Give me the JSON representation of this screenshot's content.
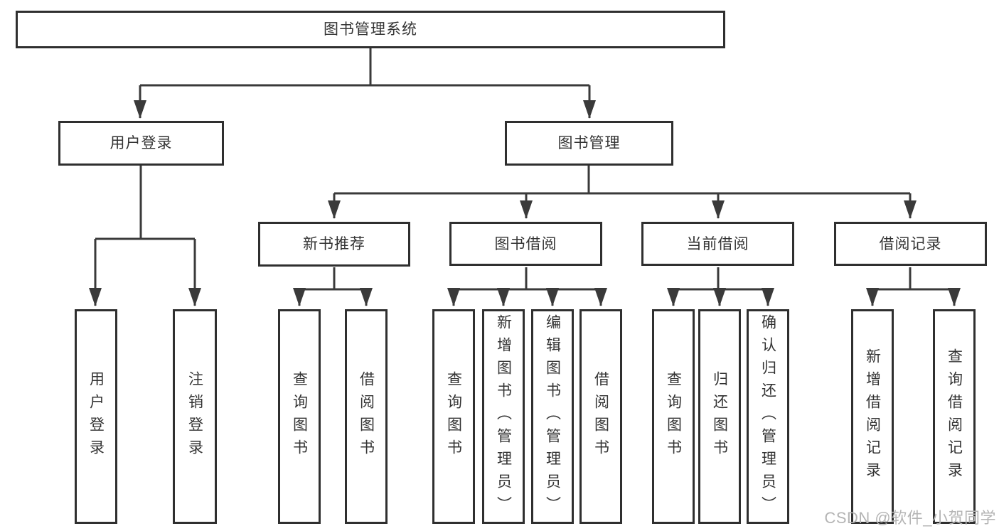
{
  "colors": {
    "background": "#ffffff",
    "box-border": "#2f2f2f",
    "line": "#3a3a3a",
    "text": "#333333",
    "watermark": "#b4b4b4"
  },
  "watermark": {
    "text": "CSDN @软件_小贺同学"
  },
  "diagram": {
    "type": "tree",
    "root": {
      "label": "图书管理系统"
    },
    "branches": [
      {
        "label": "用户登录",
        "children": [
          {
            "label": "用户登录"
          },
          {
            "label": "注销登录"
          }
        ]
      },
      {
        "label": "图书管理",
        "children": [
          {
            "label": "新书推荐",
            "children": [
              {
                "label": "查询图书"
              },
              {
                "label": "借阅图书"
              }
            ]
          },
          {
            "label": "图书借阅",
            "children": [
              {
                "label": "查询图书"
              },
              {
                "label": "新增图书（管理员）"
              },
              {
                "label": "编辑图书（管理员）"
              },
              {
                "label": "借阅图书"
              }
            ]
          },
          {
            "label": "当前借阅",
            "children": [
              {
                "label": "查询图书"
              },
              {
                "label": "归还图书"
              },
              {
                "label": "确认归还（管理员）"
              }
            ]
          },
          {
            "label": "借阅记录",
            "children": [
              {
                "label": "新增借阅记录"
              },
              {
                "label": "查询借阅记录"
              }
            ]
          }
        ]
      }
    ]
  }
}
